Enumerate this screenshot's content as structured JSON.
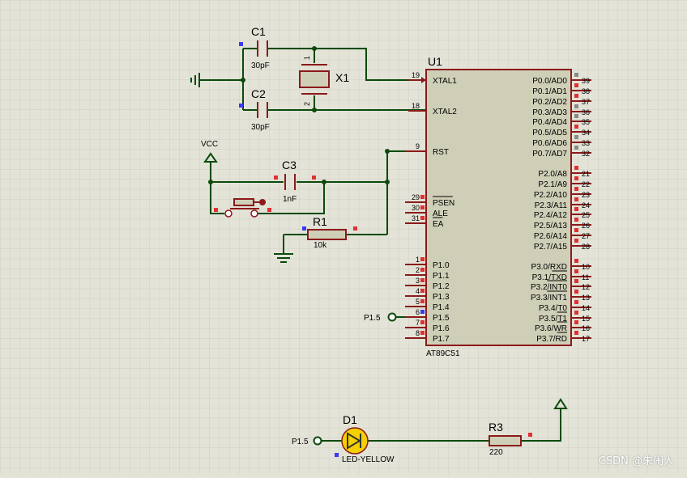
{
  "components": {
    "c1": {
      "ref": "C1",
      "value": "30pF"
    },
    "c2": {
      "ref": "C2",
      "value": "30pF"
    },
    "c3": {
      "ref": "C3",
      "value": "1nF"
    },
    "x1": {
      "ref": "X1",
      "pin1": "1",
      "pin2": "2"
    },
    "r1": {
      "ref": "R1",
      "value": "10k"
    },
    "r3": {
      "ref": "R3",
      "value": "220"
    },
    "d1": {
      "ref": "D1",
      "value": "LED-YELLOW"
    },
    "vcc": {
      "label": "VCC"
    },
    "p15_terminal_a": {
      "label": "P1.5"
    },
    "p15_terminal_b": {
      "label": "P1.5"
    },
    "u1": {
      "ref": "U1",
      "part": "AT89C51",
      "left_pins": [
        {
          "num": "19",
          "name": "XTAL1"
        },
        {
          "num": "18",
          "name": "XTAL2"
        },
        {
          "num": "9",
          "name": "RST"
        },
        {
          "num": "29",
          "name": "PSEN"
        },
        {
          "num": "30",
          "name": "ALE"
        },
        {
          "num": "31",
          "name": "EA"
        },
        {
          "num": "1",
          "name": "P1.0"
        },
        {
          "num": "2",
          "name": "P1.1"
        },
        {
          "num": "3",
          "name": "P1.2"
        },
        {
          "num": "4",
          "name": "P1.3"
        },
        {
          "num": "5",
          "name": "P1.4"
        },
        {
          "num": "6",
          "name": "P1.5"
        },
        {
          "num": "7",
          "name": "P1.6"
        },
        {
          "num": "8",
          "name": "P1.7"
        }
      ],
      "right_pins": [
        {
          "num": "39",
          "name": "P0.0/AD0"
        },
        {
          "num": "38",
          "name": "P0.1/AD1"
        },
        {
          "num": "37",
          "name": "P0.2/AD2"
        },
        {
          "num": "36",
          "name": "P0.3/AD3"
        },
        {
          "num": "35",
          "name": "P0.4/AD4"
        },
        {
          "num": "34",
          "name": "P0.5/AD5"
        },
        {
          "num": "33",
          "name": "P0.6/AD6"
        },
        {
          "num": "32",
          "name": "P0.7/AD7"
        },
        {
          "num": "21",
          "name": "P2.0/A8"
        },
        {
          "num": "22",
          "name": "P2.1/A9"
        },
        {
          "num": "23",
          "name": "P2.2/A10"
        },
        {
          "num": "24",
          "name": "P2.3/A11"
        },
        {
          "num": "25",
          "name": "P2.4/A12"
        },
        {
          "num": "26",
          "name": "P2.5/A13"
        },
        {
          "num": "27",
          "name": "P2.6/A14"
        },
        {
          "num": "28",
          "name": "P2.7/A15"
        },
        {
          "num": "10",
          "name": "P3.0/RXD"
        },
        {
          "num": "11",
          "name": "P3.1/TXD"
        },
        {
          "num": "12",
          "name": "P3.2/INT0"
        },
        {
          "num": "13",
          "name": "P3.3/INT1"
        },
        {
          "num": "14",
          "name": "P3.4/T0"
        },
        {
          "num": "15",
          "name": "P3.5/T1"
        },
        {
          "num": "16",
          "name": "P3.6/WR"
        },
        {
          "num": "17",
          "name": "P3.7/RD"
        }
      ]
    }
  },
  "watermark": "CSDN @朱闹人",
  "colors": {
    "background": "#e3e3d8",
    "grid": "#cfcfc2",
    "wire": "#0b4a0b",
    "component": "#8b1a1a",
    "ic_fill": "#cfcfb8",
    "pin_marker_red": "#e03030",
    "pin_marker_blue": "#3a3af0",
    "pin_marker_gray": "#8a8a8a",
    "led_fill": "#f5d000"
  }
}
